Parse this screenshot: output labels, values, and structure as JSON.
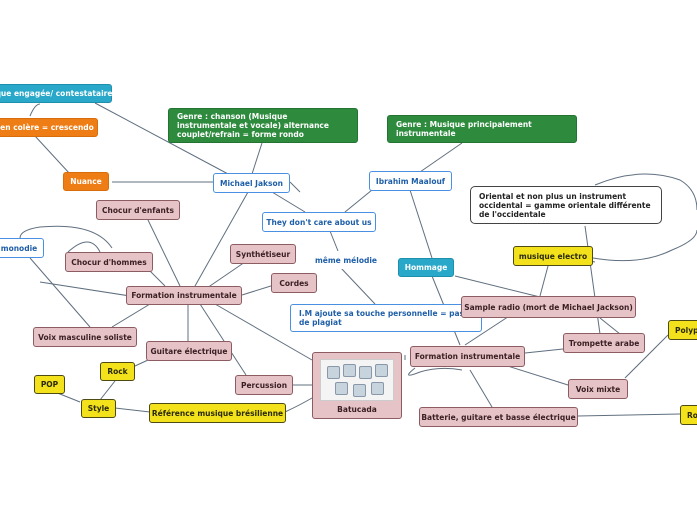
{
  "nodes": {
    "protest": "que engagée/ contestataire",
    "colere": "en colère = crescendo",
    "nuance": "Nuance",
    "genre_chanson": "Genre : chanson (Musique instrumentale et vocale) alternance couplet/refrain = forme rondo",
    "genre_instru": "Genre : Musique principalement instrumentale",
    "michael": "Michael Jakson",
    "ibrahim": "Ibrahim Maalouf",
    "they": "They don't care about us",
    "chaur_enfants": "Chocur d'enfants",
    "monodie": "monodie",
    "chaur_hommes": "Chocur d'hommes",
    "synth": "Synthétiseur",
    "cordes": "Cordes",
    "meme": "même mélodie",
    "hommage": "Hommage",
    "oriental": "Oriental et non plus un instrument occidental = gamme orientale différente de l'occidentale",
    "electro": "musique electro",
    "formation1": "Formation instrumentale",
    "voix_masc": "Voix masculine soliste",
    "im_ajoute": "I.M ajoute sa touche personnelle = pas de plagiat",
    "sample": "Sample radio (mort de Michael Jackson)",
    "polyp": "Polyp",
    "guitare": "Guitare électrique",
    "trompette": "Trompette arabe",
    "rock": "Rock",
    "formation2": "Formation instrumentale",
    "pop": "POP",
    "percussion": "Percussion",
    "batucada": "Batucada",
    "voix_mixte": "Voix mixte",
    "style": "Style",
    "ref_bresil": "Référence musique brésilienne",
    "batterie": "Batterie, guitare et basse électrique",
    "ro": "Ro"
  }
}
